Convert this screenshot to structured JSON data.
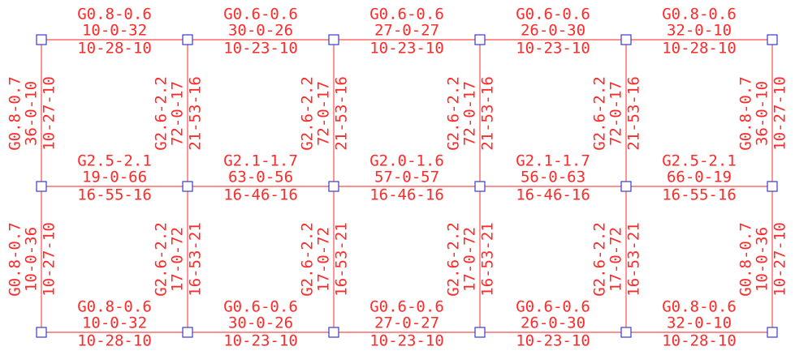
{
  "colors": {
    "line": "#ff4d4d",
    "text": "#ff2a2a",
    "node": "#3a3ad0",
    "background": "#ffffff"
  },
  "node_icon": "square-node",
  "top_beams": [
    {
      "l1": "G0.8-0.6",
      "l2": "10-0-32",
      "l3": "10-28-10"
    },
    {
      "l1": "G0.6-0.6",
      "l2": "30-0-26",
      "l3": "10-23-10"
    },
    {
      "l1": "G0.6-0.6",
      "l2": "27-0-27",
      "l3": "10-23-10"
    },
    {
      "l1": "G0.6-0.6",
      "l2": "26-0-30",
      "l3": "10-23-10"
    },
    {
      "l1": "G0.8-0.6",
      "l2": "32-0-10",
      "l3": "10-28-10"
    }
  ],
  "middle_beams": [
    {
      "l1": "G2.5-2.1",
      "l2": "19-0-66",
      "l3": "16-55-16"
    },
    {
      "l1": "G2.1-1.7",
      "l2": "63-0-56",
      "l3": "16-46-16"
    },
    {
      "l1": "G2.0-1.6",
      "l2": "57-0-57",
      "l3": "16-46-16"
    },
    {
      "l1": "G2.1-1.7",
      "l2": "56-0-63",
      "l3": "16-46-16"
    },
    {
      "l1": "G2.5-2.1",
      "l2": "66-0-19",
      "l3": "16-55-16"
    }
  ],
  "bottom_beams": [
    {
      "l1": "G0.8-0.6",
      "l2": "10-0-32",
      "l3": "10-28-10"
    },
    {
      "l1": "G0.6-0.6",
      "l2": "30-0-26",
      "l3": "10-23-10"
    },
    {
      "l1": "G0.6-0.6",
      "l2": "27-0-27",
      "l3": "10-23-10"
    },
    {
      "l1": "G0.6-0.6",
      "l2": "26-0-30",
      "l3": "10-23-10"
    },
    {
      "l1": "G0.8-0.6",
      "l2": "32-0-10",
      "l3": "10-28-10"
    }
  ],
  "upper_columns": [
    {
      "l1": "G0.8-0.7",
      "l2": "36-0-10",
      "l3": "10-27-10"
    },
    {
      "l1": "G2.6-2.2",
      "l2": "72-0-17",
      "l3": "21-53-16"
    },
    {
      "l1": "G2.6-2.2",
      "l2": "72-0-17",
      "l3": "21-53-16"
    },
    {
      "l1": "G2.6-2.2",
      "l2": "72-0-17",
      "l3": "21-53-16"
    },
    {
      "l1": "G2.6-2.2",
      "l2": "72-0-17",
      "l3": "21-53-16"
    },
    {
      "l1": "G0.8-0.7",
      "l2": "36-0-10",
      "l3": "10-27-10"
    }
  ],
  "lower_columns": [
    {
      "l1": "G0.8-0.7",
      "l2": "10-0-36",
      "l3": "10-27-10"
    },
    {
      "l1": "G2.6-2.2",
      "l2": "17-0-72",
      "l3": "16-53-21"
    },
    {
      "l1": "G2.6-2.2",
      "l2": "17-0-72",
      "l3": "16-53-21"
    },
    {
      "l1": "G2.6-2.2",
      "l2": "17-0-72",
      "l3": "16-53-21"
    },
    {
      "l1": "G2.6-2.2",
      "l2": "17-0-72",
      "l3": "16-53-21"
    },
    {
      "l1": "G0.8-0.7",
      "l2": "10-0-36",
      "l3": "10-27-10"
    }
  ]
}
